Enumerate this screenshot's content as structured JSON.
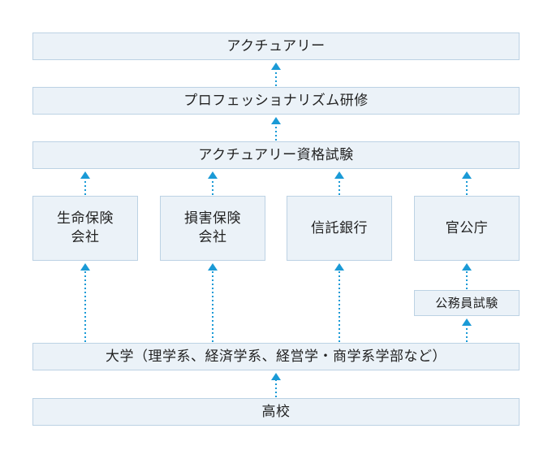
{
  "nodes": {
    "actuary": "アクチュアリー",
    "professionalism": "プロフェッショナリズム研修",
    "exam": "アクチュアリー資格試験",
    "life_insurance": [
      "生命保険",
      "会社"
    ],
    "non_life_insurance": [
      "損害保険",
      "会社"
    ],
    "trust_bank": "信託銀行",
    "government": "官公庁",
    "civil_service_exam": "公務員試験",
    "university": "大学（理学系、経済学系、経営学・商学系学部など）",
    "high_school": "高校"
  },
  "colors": {
    "box_fill": "#ebf2f8",
    "box_border": "#bcd2e4",
    "arrow": "#1a9ad6",
    "text": "#222222"
  }
}
